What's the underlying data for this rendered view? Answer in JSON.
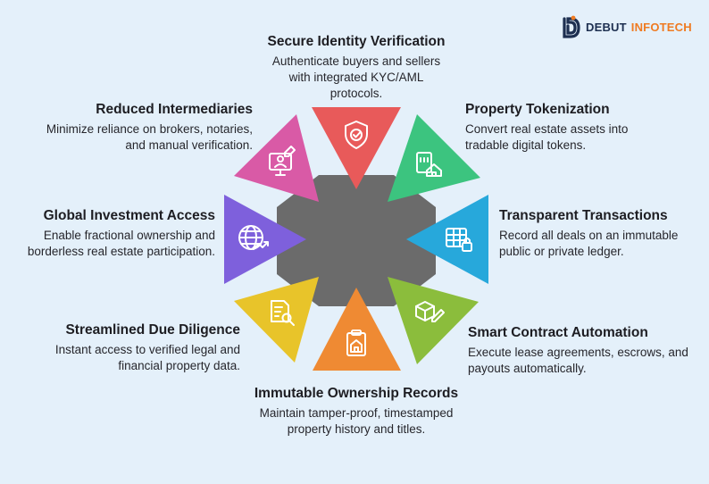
{
  "logo": {
    "word1": "DEBUT",
    "word2": "INFOTECH"
  },
  "center_color": "#6b6b6b",
  "segments": [
    {
      "title": "Secure Identity Verification",
      "description": "Authenticate buyers and sellers with integrated KYC/AML protocols.",
      "color": "#e85a5a",
      "icon": "shield-check-icon"
    },
    {
      "title": "Property Tokenization",
      "description": "Convert real estate assets into tradable digital tokens.",
      "color": "#3cc47f",
      "icon": "tokenized-building-icon"
    },
    {
      "title": "Transparent Transactions",
      "description": "Record all deals on an immutable public or private ledger.",
      "color": "#27a8db",
      "icon": "secure-ledger-icon"
    },
    {
      "title": "Smart Contract Automation",
      "description": "Execute lease agreements, escrows, and payouts automatically.",
      "color": "#8bbd3c",
      "icon": "contract-box-icon"
    },
    {
      "title": "Immutable Ownership Records",
      "description": "Maintain tamper-proof, timestamped property history and titles.",
      "color": "#ef8a33",
      "icon": "clipboard-home-icon"
    },
    {
      "title": "Streamlined Due Diligence",
      "description": "Instant access to verified legal and financial property data.",
      "color": "#e8c42a",
      "icon": "document-search-icon"
    },
    {
      "title": "Global Investment Access",
      "description": "Enable fractional ownership and borderless real estate participation.",
      "color": "#7e60dc",
      "icon": "globe-growth-icon"
    },
    {
      "title": "Reduced Intermediaries",
      "description": "Minimize reliance on brokers, notaries, and manual verification.",
      "color": "#d95aa6",
      "icon": "monitor-user-icon"
    }
  ]
}
